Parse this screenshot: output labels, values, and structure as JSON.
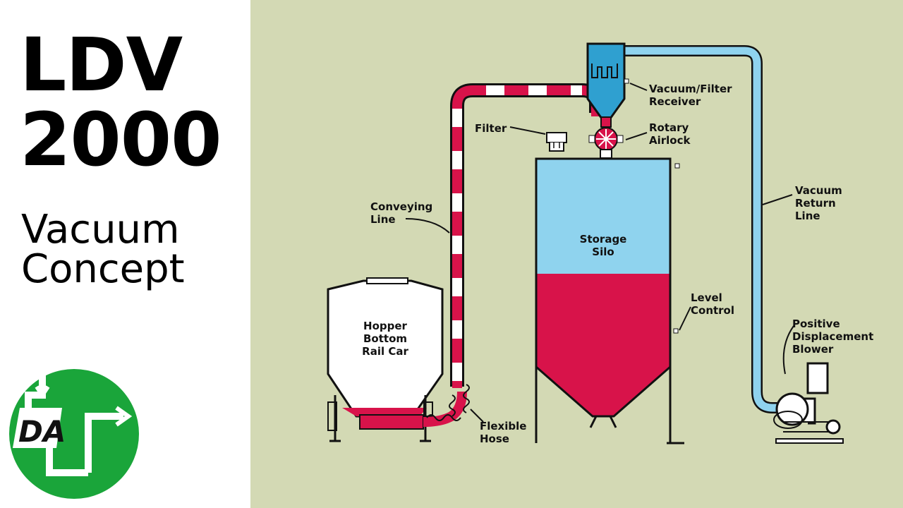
{
  "title": {
    "line1": "LDV",
    "line2": "2000",
    "subtitle_line1": "Vacuum",
    "subtitle_line2": "Concept"
  },
  "logo": {
    "text": "DA",
    "color": "#1aa53a"
  },
  "diagram": {
    "labels": {
      "hopper": "Hopper\nBottom\nRail Car",
      "storage_silo": "Storage\nSilo",
      "conveying_line": "Conveying\nLine",
      "filter": "Filter",
      "vacuum_filter_receiver": "Vacuum/Filter\nReceiver",
      "rotary_airlock": "Rotary\nAirlock",
      "vacuum_return_line": "Vacuum\nReturn\nLine",
      "level_control": "Level\nControl",
      "blower": "Positive\nDisplacement\nBlower",
      "flexible_hose": "Flexible\nHose"
    },
    "colors": {
      "background": "#d3d9b4",
      "material": "#d8134a",
      "air": "#8fd3ee",
      "outline": "#111111"
    }
  }
}
